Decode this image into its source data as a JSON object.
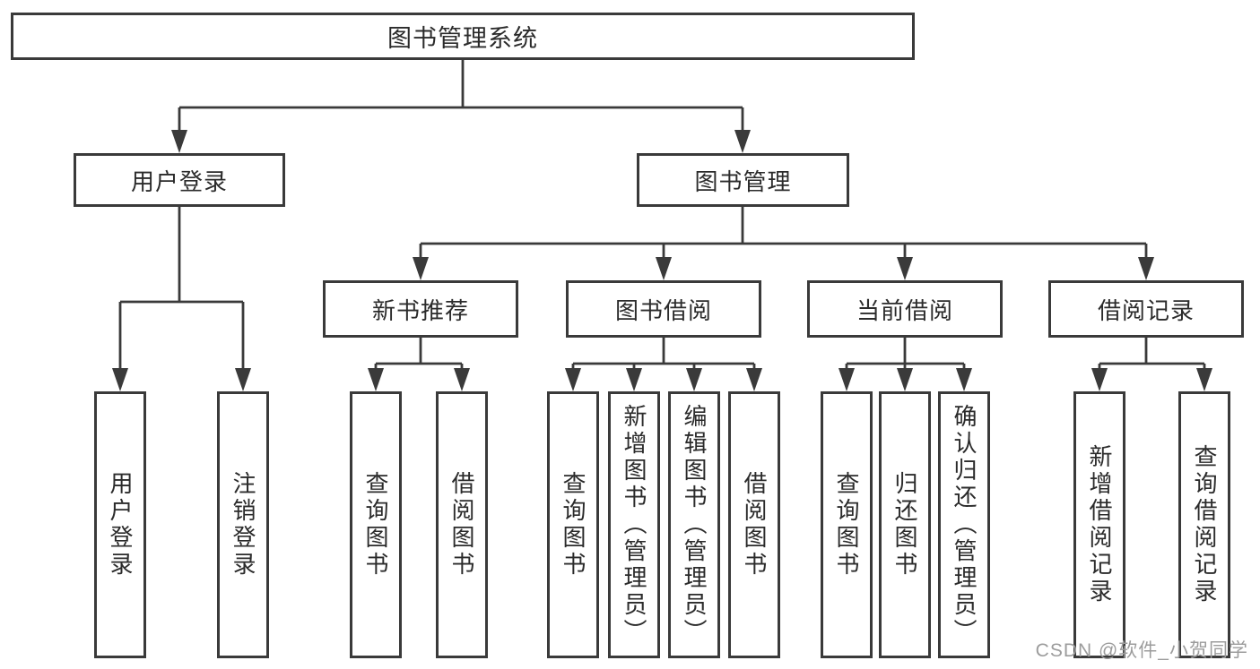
{
  "diagram": {
    "root": {
      "label": "图书管理系统"
    },
    "branches": [
      {
        "label": "用户登录",
        "children": [
          {
            "label": "用户登录"
          },
          {
            "label": "注销登录"
          }
        ]
      },
      {
        "label": "图书管理",
        "children": [
          {
            "label": "新书推荐",
            "children": [
              {
                "label": "查询图书"
              },
              {
                "label": "借阅图书"
              }
            ]
          },
          {
            "label": "图书借阅",
            "children": [
              {
                "label": "查询图书"
              },
              {
                "label": "新增图书（管理员）"
              },
              {
                "label": "编辑图书（管理员）"
              },
              {
                "label": "借阅图书"
              }
            ]
          },
          {
            "label": "当前借阅",
            "children": [
              {
                "label": "查询图书"
              },
              {
                "label": "归还图书"
              },
              {
                "label": "确认归还（管理员）"
              }
            ]
          },
          {
            "label": "借阅记录",
            "children": [
              {
                "label": "新增借阅记录"
              },
              {
                "label": "查询借阅记录"
              }
            ]
          }
        ]
      }
    ]
  },
  "watermark": {
    "text": "CSDN @软件_小贺同学"
  },
  "colors": {
    "line": "#3a3a3a",
    "text": "#2b2b2b",
    "watermark": "#9c9c9c",
    "background": "#ffffff"
  }
}
